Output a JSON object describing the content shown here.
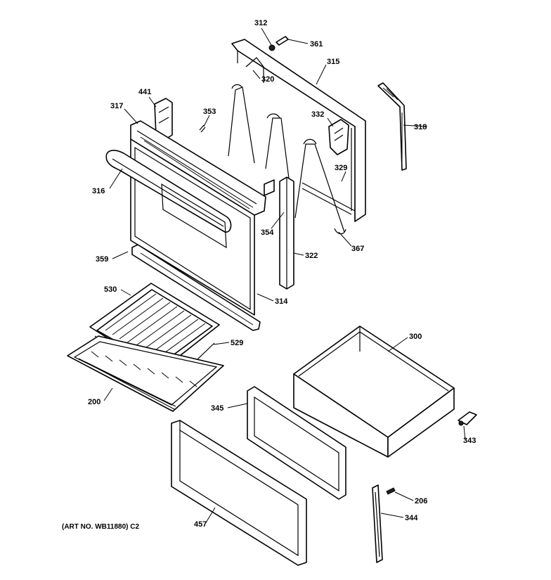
{
  "callouts": [
    {
      "id": "312",
      "text": "312"
    },
    {
      "id": "361",
      "text": "361"
    },
    {
      "id": "315",
      "text": "315"
    },
    {
      "id": "320",
      "text": "320"
    },
    {
      "id": "441",
      "text": "441"
    },
    {
      "id": "317",
      "text": "317"
    },
    {
      "id": "353",
      "text": "353"
    },
    {
      "id": "332",
      "text": "332"
    },
    {
      "id": "318",
      "text": "318"
    },
    {
      "id": "329",
      "text": "329"
    },
    {
      "id": "316",
      "text": "316"
    },
    {
      "id": "354",
      "text": "354"
    },
    {
      "id": "367",
      "text": "367"
    },
    {
      "id": "322",
      "text": "322"
    },
    {
      "id": "359",
      "text": "359"
    },
    {
      "id": "530",
      "text": "530"
    },
    {
      "id": "314",
      "text": "314"
    },
    {
      "id": "300",
      "text": "300"
    },
    {
      "id": "529",
      "text": "529"
    },
    {
      "id": "200",
      "text": "200"
    },
    {
      "id": "345",
      "text": "345"
    },
    {
      "id": "343",
      "text": "343"
    },
    {
      "id": "206",
      "text": "206"
    },
    {
      "id": "457",
      "text": "457"
    },
    {
      "id": "344",
      "text": "344"
    }
  ],
  "art_number": "(ART NO. WB11880) C2"
}
